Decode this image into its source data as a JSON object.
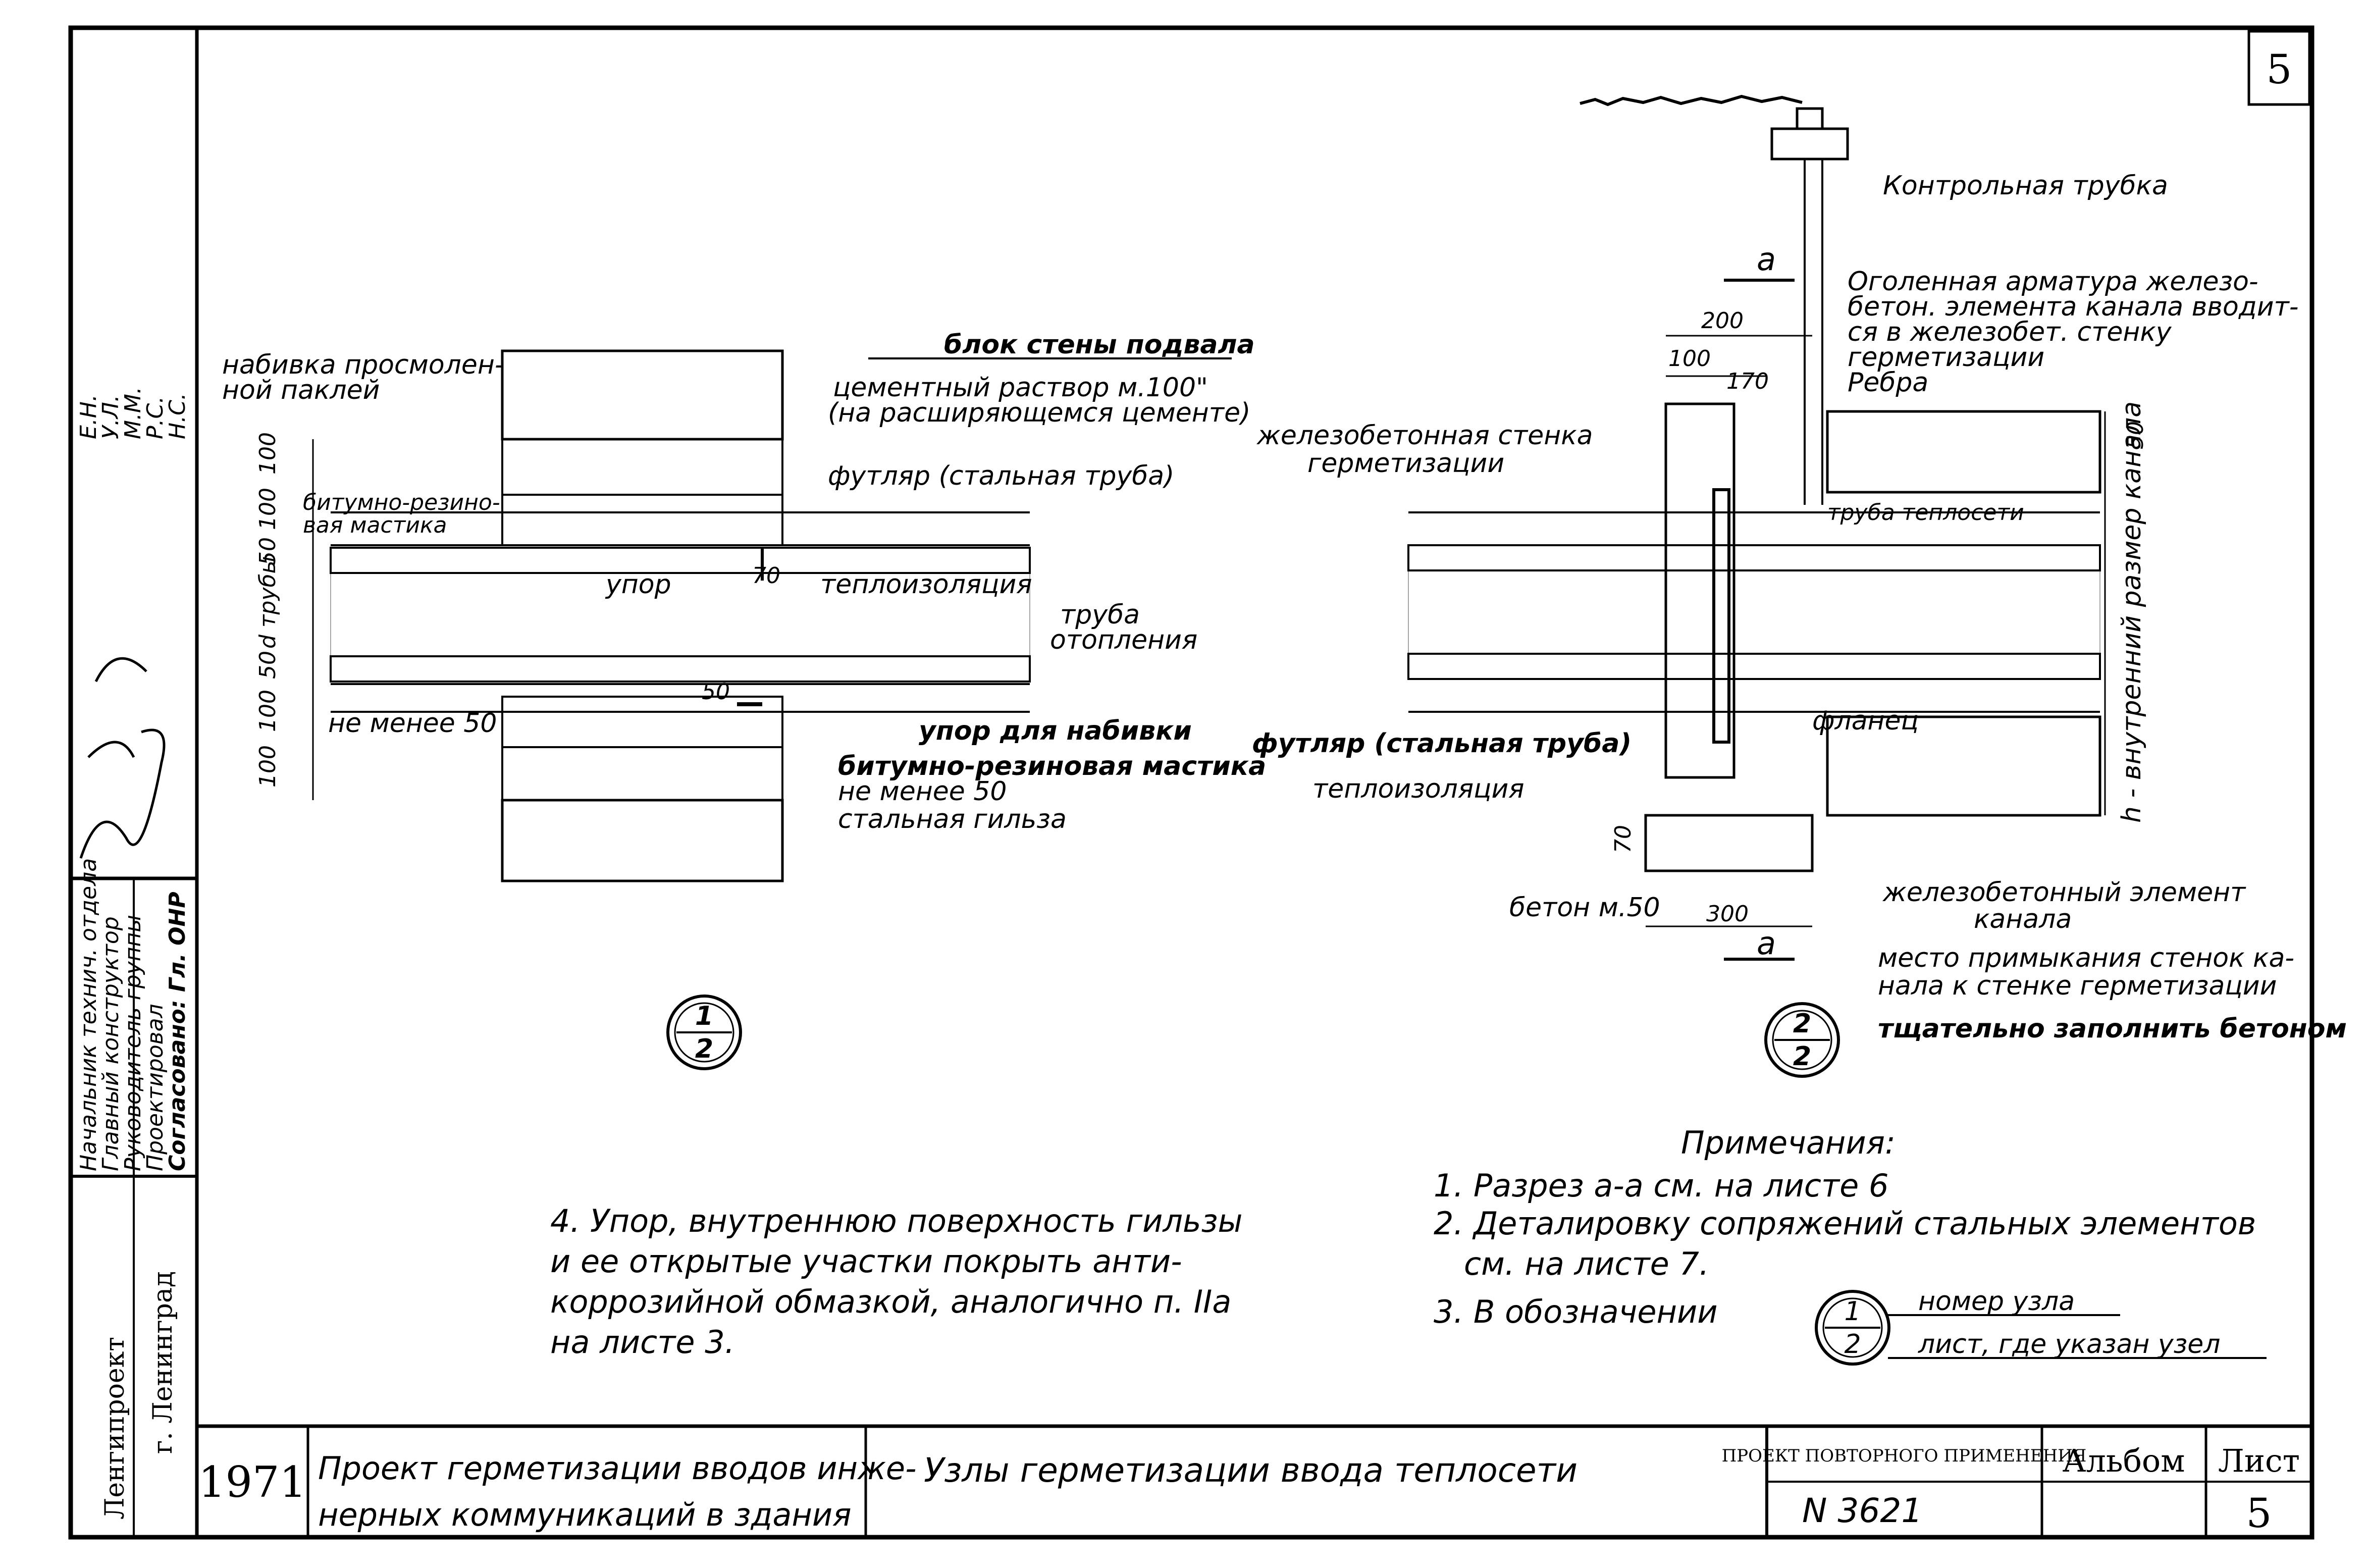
{
  "sheet": {
    "number_top": "5",
    "number_bottom": "5",
    "year": "1971"
  },
  "title_block": {
    "project_title_line1": "Проект герметизации вводов инже-",
    "project_title_line2": "нерных коммуникаций в здания",
    "drawing_title": "Узлы герметизации ввода теплосети",
    "reuse_label": "ПРОЕКТ ПОВТОРНОГО ПРИМЕНЕНИЯ",
    "reuse_number": "N 3621",
    "album_label": "Альбом",
    "sheet_label": "Лист"
  },
  "org": {
    "name": "Ленгипроект",
    "city": "г. Ленинград"
  },
  "signatures": {
    "roles": [
      "Начальник технич. отдела",
      "Главный конструктор",
      "Руководитель группы",
      "Проектировал",
      "Согласовано: Гл. ОНР"
    ],
    "names": [
      "Е.Н.",
      "У.Л.",
      "М.М.",
      "Р.С.",
      "Н.С."
    ]
  },
  "left_detail": {
    "callout_top": "1",
    "callout_bottom": "2",
    "labels": {
      "wall_block": "блок стены подвала",
      "mortar_line1": "цементный раствор м.100\"",
      "mortar_line2": "(на расширяющемся цементе)",
      "packing_line1": "набивка просмолен-",
      "packing_line2": "ной паклей",
      "mastic_top_line1": "битумно-резино-",
      "mastic_top_line2": "вая мастика",
      "sleeve_case": "футляр (стальная труба)",
      "stop": "упор",
      "insulation": "теплоизоляция",
      "heating_pipe_line1": "труба",
      "heating_pipe_line2": "отопления",
      "min50_left": "не менее 50",
      "stop_for_packing": "упор для набивки",
      "mastic_bottom": "битумно-резиновая мастика",
      "min50_bottom": "не менее 50",
      "steel_sleeve": "стальная гильза"
    },
    "dims": [
      "100",
      "100",
      "50",
      "d трубы",
      "50",
      "100",
      "100",
      "70",
      "50"
    ]
  },
  "right_detail": {
    "callout_top": "2",
    "callout_bottom": "2",
    "section_mark": "а",
    "labels": {
      "control_pipe": "Контрольная трубка",
      "rebar_line1": "Оголенная арматура железо-",
      "rebar_line2": "бетон. элемента канала вводит-",
      "rebar_line3": "ся в железобет. стенку",
      "rebar_line4": "герметизации",
      "ribs": "Ребра",
      "rc_wall_line1": "железобетонная стенка",
      "rc_wall_line2": "герметизации",
      "pipe_heat": "труба теплосети",
      "flange": "фланец",
      "case": "футляр (стальная труба)",
      "insulation": "теплоизоляция",
      "rc_element_line1": "железобетонный элемент",
      "rc_element_line2": "канала",
      "junction_line1": "место примыкания стенок ка-",
      "junction_line2": "нала к стенке герметизации",
      "junction_line3": "тщательно заполнить бетоном",
      "concrete": "бетон м.50",
      "inner_size": "h - внутренний размер канала"
    },
    "dims": [
      "200",
      "100",
      "170",
      "50",
      "70",
      "300"
    ]
  },
  "notes": {
    "heading": "Примечания:",
    "items": [
      "1. Разрез а-а см. на листе 6",
      "2. Деталировку сопряжений стальных элементов",
      "см. на листе 7.",
      "3. В обозначении"
    ],
    "legend": {
      "top": "1",
      "bottom": "2",
      "node_number": "номер узла",
      "node_sheet": "лист, где указан узел"
    },
    "note4_lines": [
      "4. Упор, внутреннюю поверхность гильзы",
      "и ее открытые участки покрыть анти-",
      "коррозийной обмазкой, аналогично п. IIа",
      "на листе 3."
    ]
  }
}
